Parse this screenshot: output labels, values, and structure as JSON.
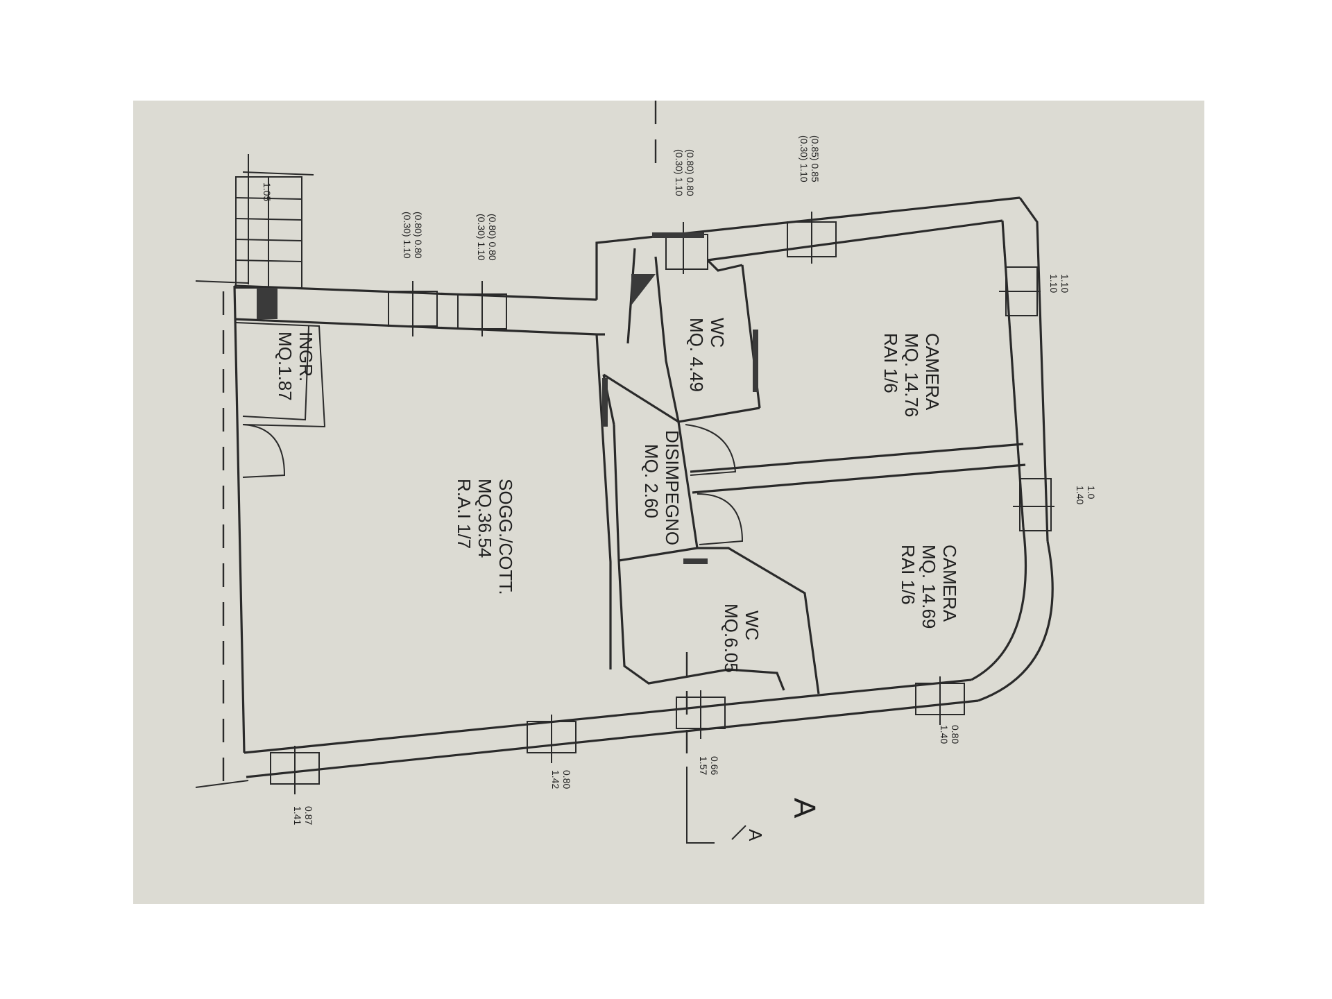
{
  "rooms": {
    "ingr": {
      "name": "INGR.",
      "area": "MQ.1.87"
    },
    "sogg": {
      "name": "SOGG./COTT.",
      "area": "MQ.36.54",
      "ratio": "R.A.I 1/7"
    },
    "wc1": {
      "name": "WC",
      "area": "MQ.  4.49"
    },
    "dis": {
      "name": "DISIMPEGNO",
      "area": "MQ.  2.60"
    },
    "wc2": {
      "name": "WC",
      "area": "MQ.6.05"
    },
    "cam1": {
      "name": "CAMERA",
      "area": "MQ. 14.76",
      "ratio": "RAI  1/6"
    },
    "cam2": {
      "name": "CAMERA",
      "area": "MQ. 14.69",
      "ratio": "RAI  1/6"
    }
  },
  "dimensions": {
    "stair_width": "1.05",
    "w1a": "(0.80) 0.80",
    "w1b": "(0.30) 1.10",
    "w2a": "(0.80) 0.80",
    "w2b": "(0.30) 1.10",
    "w3a": "(0.80) 0.80",
    "w3b": "(0.30) 1.10",
    "w4a": "(0.85) 0.85",
    "w4b": "(0.30) 1.10",
    "w5a": "1.10",
    "w5b": "1.10",
    "w6a": "1.0",
    "w6b": "1.40",
    "w7a": "0.80",
    "w7b": "1.40",
    "w8a": "0.66",
    "w8b": "1.57",
    "w9a": "0.80",
    "w9b": "1.42",
    "w10a": "0.87",
    "w10b": "1.41"
  },
  "section_mark": "A",
  "section_mark_small": "A"
}
